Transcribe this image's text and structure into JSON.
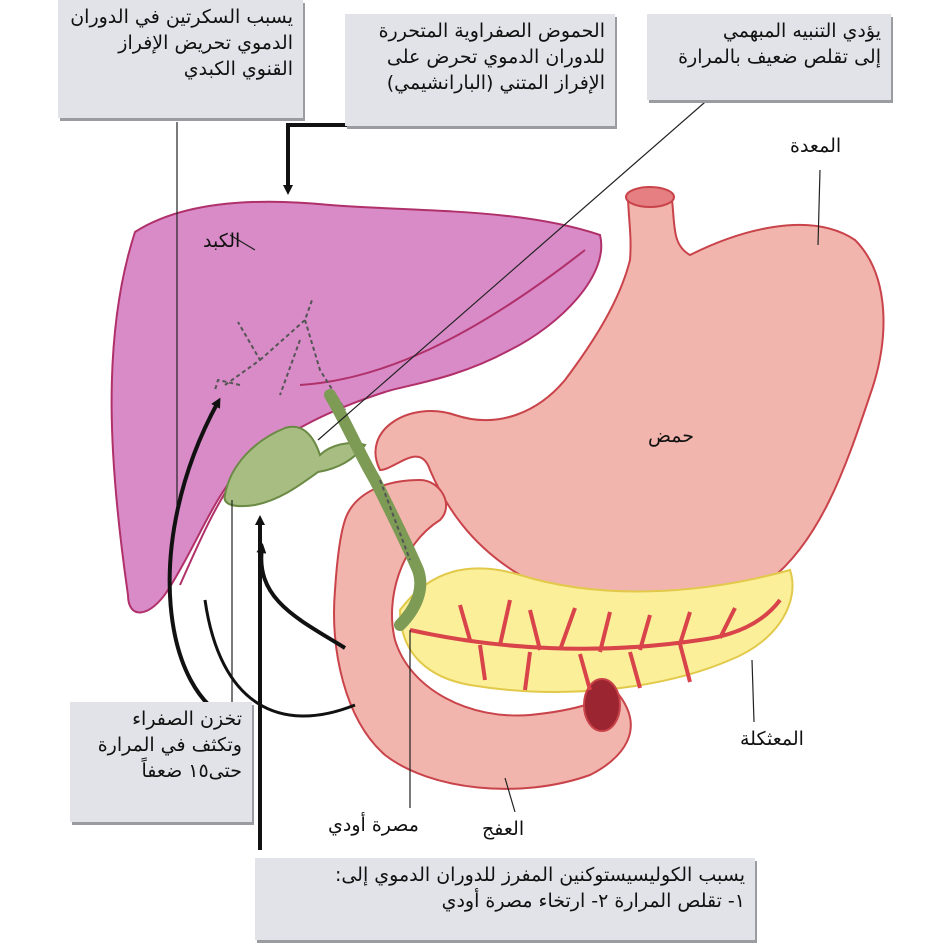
{
  "callouts": {
    "secretin": [
      "يسبب السكرتين في الدوران",
      "الدموي تحريض الإفراز",
      "القنوي الكبدي"
    ],
    "acids": [
      "الحموض الصفراوية المتحررة",
      "للدوران الدموي تحرض على",
      "الإفراز المتني (البارانشيمي)"
    ],
    "vagal": [
      "يؤدي التنبيه المبهمي",
      "إلى تقلص ضعيف بالمرارة"
    ],
    "storage": [
      "تخزن الصفراء",
      "وتكثف في المرارة",
      "حتى١٥ ضعفاً"
    ],
    "cck": [
      "يسبب الكوليسيستوكنين المفرز للدوران الدموي إلى:",
      "١-  تقلص المرارة   ٢-  ارتخاء مصرة أودي"
    ]
  },
  "labels": {
    "liver": "الكبد",
    "stomach": "المعدة",
    "acid": "حمض",
    "pancreas": "المعثكلة",
    "duodenum": "العفج",
    "sphincter": "مصرة أودي"
  },
  "colors": {
    "liver": "#d98bc8",
    "stomach": "#f2b5ad",
    "gallbladder": "#a7bd82",
    "pancreas": "#fbef9a",
    "vessel": "#d9434a",
    "callout_bg": "#e1e3e8"
  }
}
